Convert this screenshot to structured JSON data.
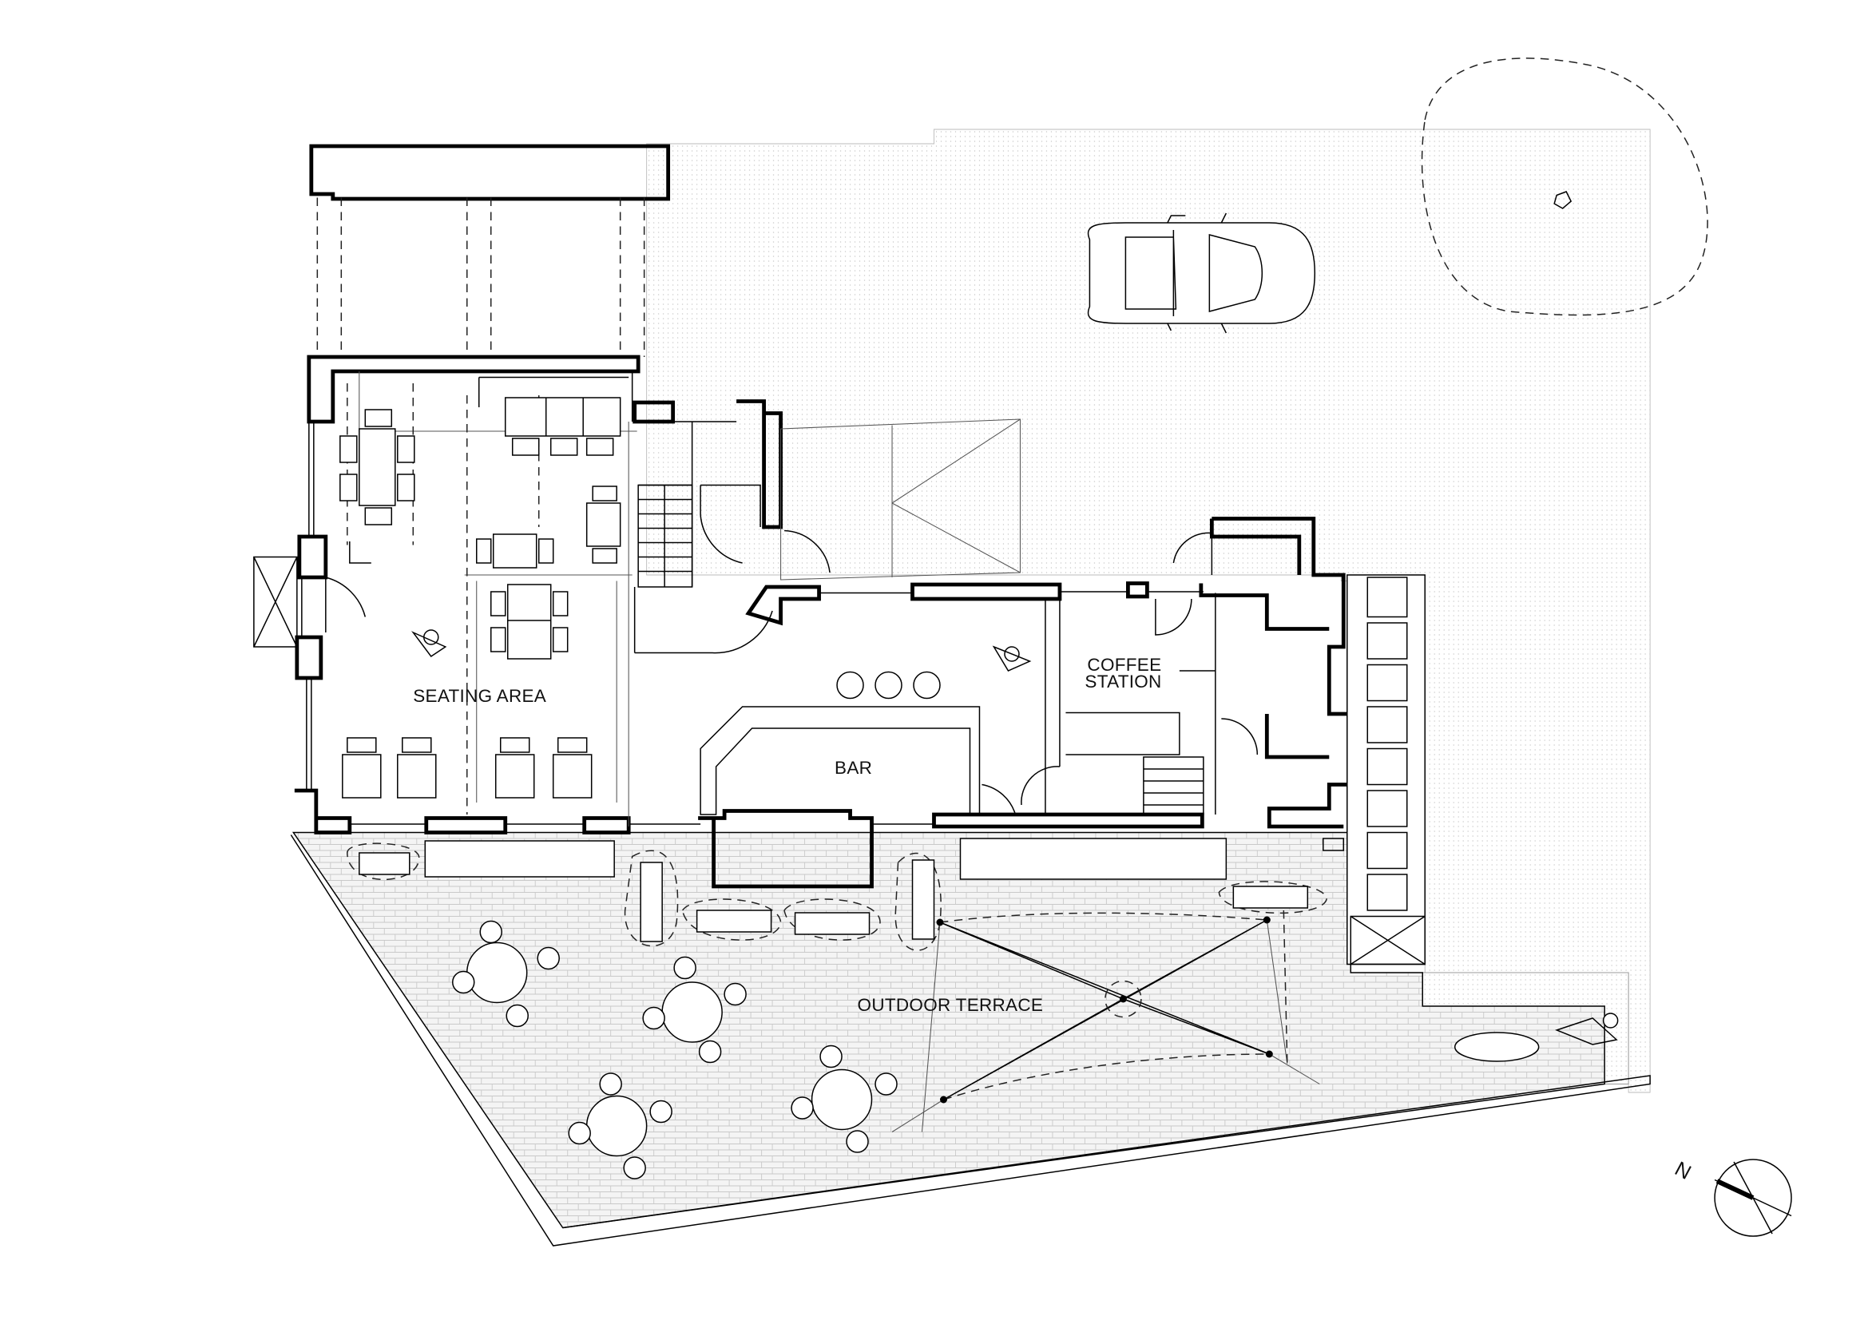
{
  "labels": {
    "seating_area": "SEATING AREA",
    "bar": "BAR",
    "coffee_station_line1": "COFFEE",
    "coffee_station_line2": "STATION",
    "outdoor_terrace": "OUTDOOR TERRACE",
    "north": "N"
  },
  "icons": [
    "car-icon",
    "person-icon",
    "tree-canopy-icon",
    "north-arrow-icon",
    "stair-icon",
    "table-icon",
    "chair-icon"
  ]
}
